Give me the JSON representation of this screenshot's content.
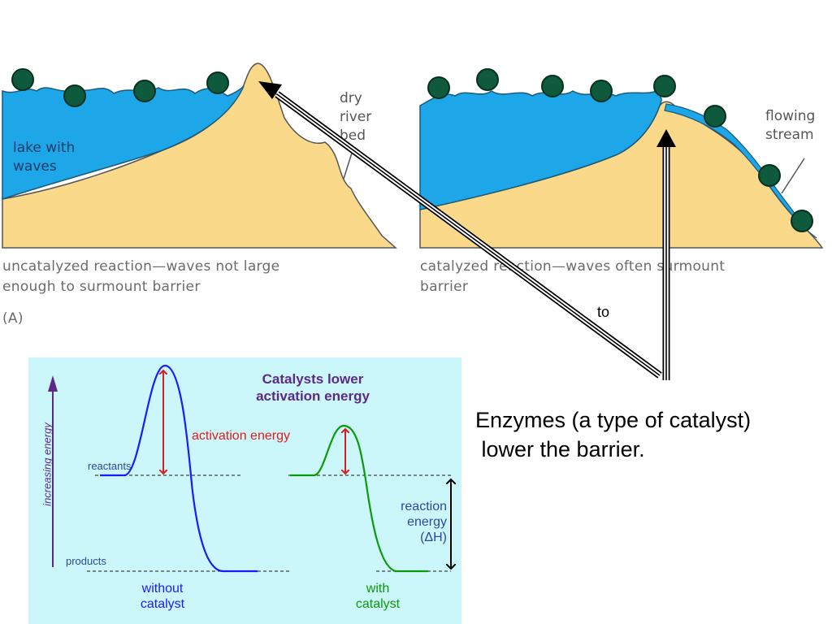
{
  "panel_a": {
    "lake_label": "lake with\nwaves",
    "dry_bed_label": "dry\nriver\nbed",
    "caption": "uncatalyzed reaction—waves not large\nenough to surmount barrier",
    "tag": "(A)"
  },
  "panel_b": {
    "stream_label": "flowing\nstream",
    "caption": "catalyzed reaction—waves often surmount\nbarrier"
  },
  "arrow_label": "to",
  "enzymes_text": "Enzymes (a type of catalyst)\n lower the barrier.",
  "energy_diagram": {
    "title": "Catalysts lower\nactivation energy",
    "y_axis_label": "increasing energy",
    "reactants_label": "reactants",
    "products_label": "products",
    "activation_label": "activation energy",
    "reaction_energy_label": "reaction\nenergy\n(ΔH)",
    "without_label": "without\ncatalyst",
    "with_label": "with\ncatalyst"
  },
  "colors": {
    "water": "#1ea7e8",
    "sand": "#fad98a",
    "ball": "#0f5a3c",
    "panel_bg": "#ccf7fa",
    "without_curve": "#1a1aff",
    "with_curve": "#0a9a0a",
    "activation_arrow": "#e01b1b",
    "title": "#5b2a86"
  }
}
